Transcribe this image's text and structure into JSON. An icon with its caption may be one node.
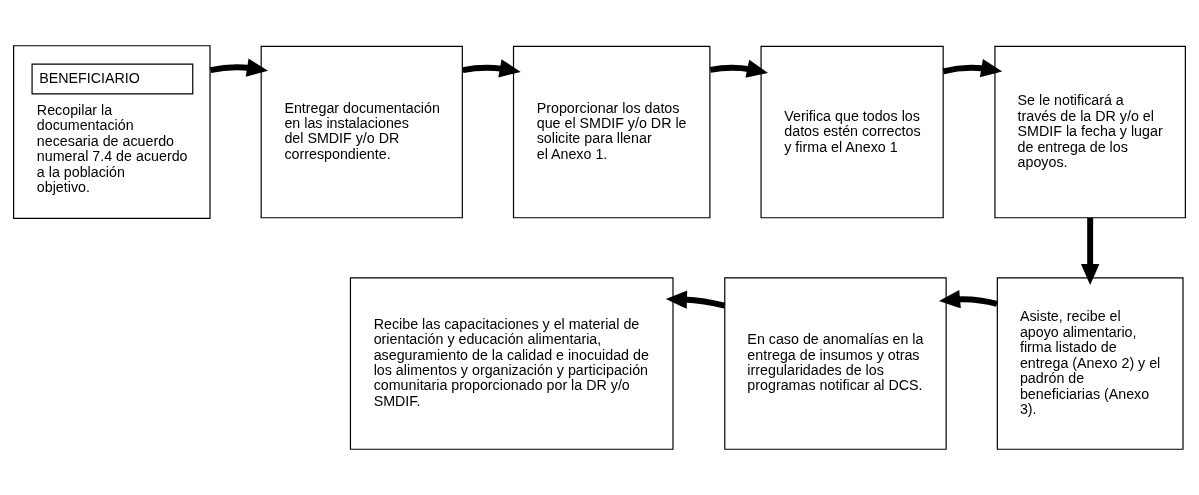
{
  "diagram": {
    "nodes": [
      {
        "text": [
          "BENEFICIARIO",
          "Recopilar la documentación necesaria de acuerdo numeral 7.4 de acuerdo a la población objetivo."
        ]
      },
      {
        "text": [
          "Entregar documentación en las instalaciones del SMDIF y/o DR correspondiente."
        ]
      },
      {
        "text": [
          "Proporcionar los datos que el SMDIF y/o DR le solicite para llenar el Anexo 1."
        ]
      },
      {
        "text": [
          "Verifica que todos los datos estén correctos y firma el Anexo 1"
        ]
      },
      {
        "text": [
          "Se le notificará a través de la DR y/o el SMDIF la fecha y lugar de entrega de los apoyos."
        ]
      },
      {
        "text": [
          "Asiste, recibe el apoyo alimentario, firma listado de entrega (Anexo 2) y el padrón de beneficiarias (Anexo 3)."
        ]
      },
      {
        "text": [
          "En caso de anomalías en la entrega de insumos y otras irregularidades de los programas notificar al DCS."
        ]
      },
      {
        "text": [
          "Recibe las capacitaciones y el material de orientación y educación alimentaria, aseguramiento de la calidad e inocuidad de los alimentos y organización y participación comunitaria proporcionado por la DR y/o SMDIF."
        ]
      }
    ],
    "edges": [
      {
        "from": 0,
        "to": 1,
        "arrow": "to"
      },
      {
        "from": 1,
        "to": 2,
        "arrow": "to"
      },
      {
        "from": 2,
        "to": 3,
        "arrow": "to"
      },
      {
        "from": 3,
        "to": 4,
        "arrow": "to"
      },
      {
        "from": 4,
        "to": 5,
        "arrow": "to"
      },
      {
        "from": 5,
        "to": 6,
        "arrow": "to"
      },
      {
        "from": 6,
        "to": 7,
        "arrow": "to"
      }
    ]
  }
}
